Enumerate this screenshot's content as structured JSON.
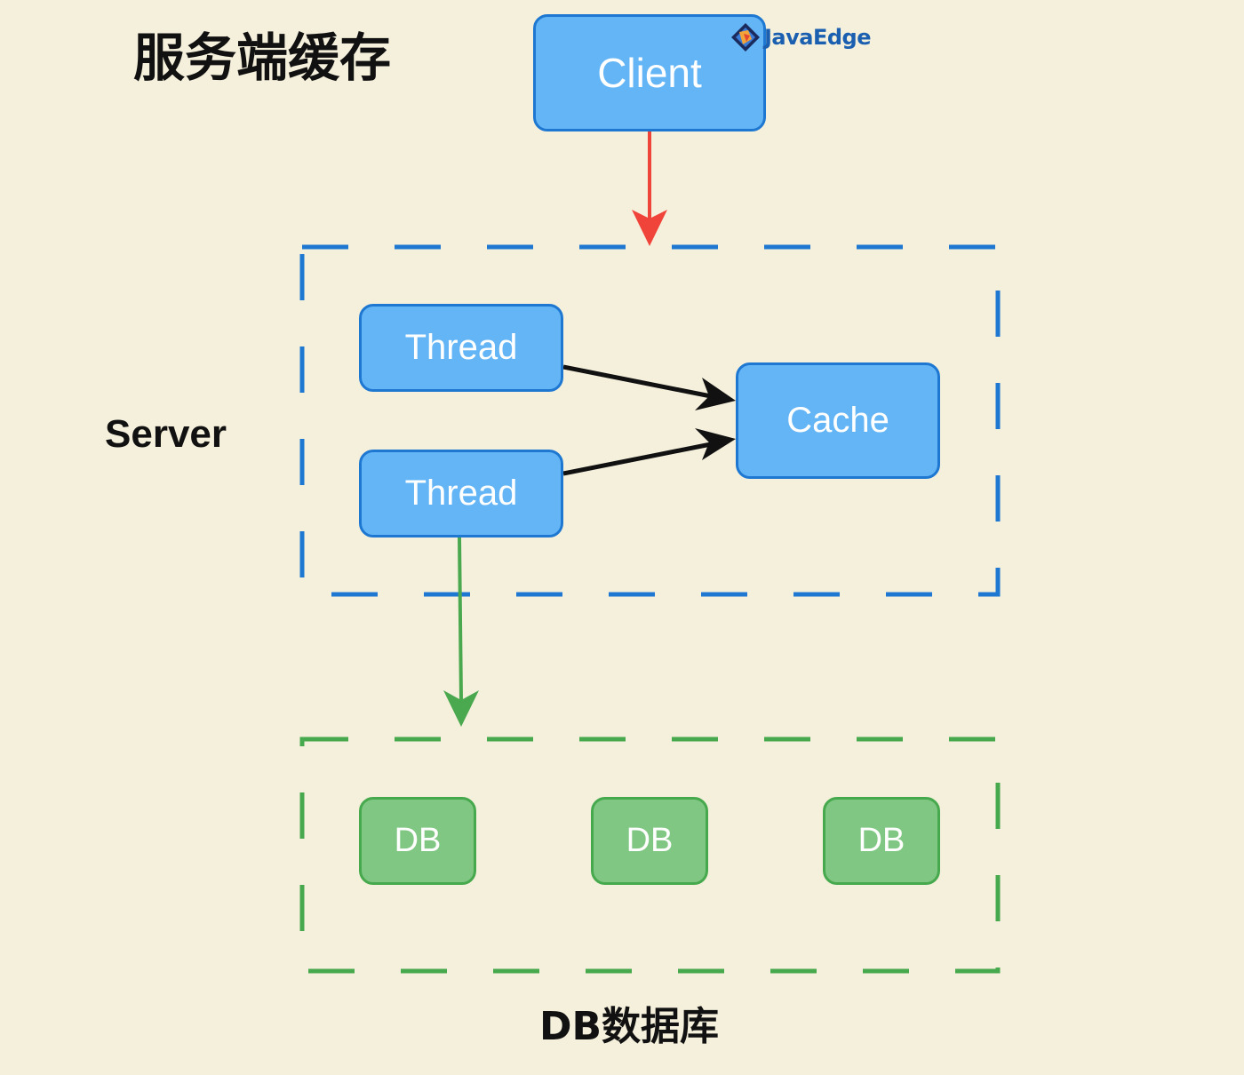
{
  "title": "服务端缓存",
  "watermark": {
    "text": "JavaEdge",
    "icon": "javaedge-logo-icon"
  },
  "nodes": {
    "client": "Client",
    "thread_1": "Thread",
    "thread_2": "Thread",
    "cache": "Cache",
    "db_1": "DB",
    "db_2": "DB",
    "db_3": "DB"
  },
  "groups": {
    "server": "Server",
    "database": "DB数据库"
  },
  "edges": [
    {
      "from": "Client",
      "to": "Server",
      "color": "#f0443a"
    },
    {
      "from": "Thread",
      "to": "Cache",
      "color": "#111111"
    },
    {
      "from": "Thread",
      "to": "Cache",
      "color": "#111111"
    },
    {
      "from": "Thread",
      "to": "DB数据库",
      "color": "#4aa84f"
    }
  ],
  "colors": {
    "background": "#f5f0dc",
    "server_node_fill": "#64b5f6",
    "server_border": "#1e78d2",
    "db_node_fill": "#80c783",
    "db_border": "#47a94d"
  }
}
